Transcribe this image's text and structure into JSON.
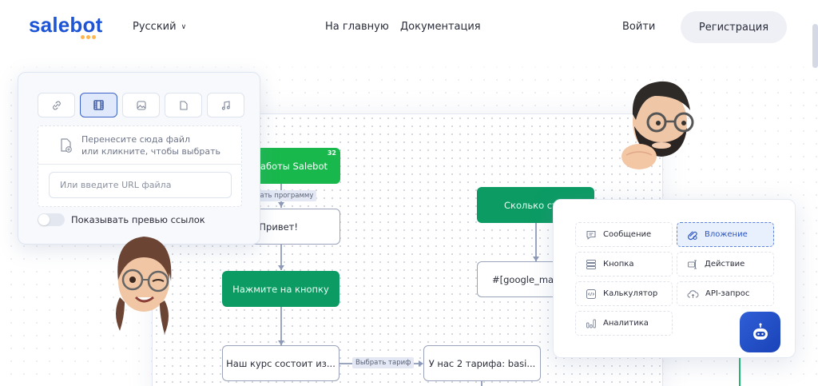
{
  "header": {
    "logo": "salebot",
    "language": "Русский",
    "nav": [
      "На главную",
      "Документация"
    ],
    "login": "Войти",
    "register": "Регистрация"
  },
  "upload_panel": {
    "types": [
      {
        "icon": "link-icon",
        "active": false
      },
      {
        "icon": "video-icon",
        "active": true
      },
      {
        "icon": "image-icon",
        "active": false
      },
      {
        "icon": "file-icon",
        "active": false
      },
      {
        "icon": "music-icon",
        "active": false
      }
    ],
    "drop_line1": "Перенесите сюда файл",
    "drop_line2": "или кликните, чтобы выбрать",
    "url_placeholder": "Или введите URL файла",
    "toggle_label": "Показывать превью ссылок",
    "toggle_on": false
  },
  "flow": {
    "nodes": {
      "care": {
        "text": "а заботы Salebot",
        "badge": "32"
      },
      "hello": {
        "text": "Привет!"
      },
      "press": {
        "text": "Нажмите на кнопку"
      },
      "course": {
        "text": "Наш курс состоит из..."
      },
      "tariffs": {
        "text": "У нас 2 тарифа: basi..."
      },
      "howmuch": {
        "text": "Сколько сто"
      },
      "google": {
        "text": "#[google_mark"
      }
    },
    "edges": {
      "choose_program": "рать программу",
      "choose_tariff": "Выбрать тариф"
    }
  },
  "blocks_panel": {
    "items": [
      {
        "label": "Сообщение",
        "icon": "message-icon",
        "active": false
      },
      {
        "label": "Вложение",
        "icon": "attachment-icon",
        "active": true
      },
      {
        "label": "Кнопка",
        "icon": "buttons-icon",
        "active": false
      },
      {
        "label": "Действие",
        "icon": "action-icon",
        "active": false
      },
      {
        "label": "Калькулятор",
        "icon": "code-icon",
        "active": false
      },
      {
        "label": "API-запрос",
        "icon": "cloud-upload-icon",
        "active": false
      },
      {
        "label": "Аналитика",
        "icon": "analytics-icon",
        "active": false
      }
    ],
    "bot_button_icon": "robot-icon"
  },
  "colors": {
    "brand": "#1e54d6",
    "accent_dots": "#ffb64a",
    "node_green": "#0b9b63",
    "node_bright_green": "#18b84c",
    "active_blue": "#2b55c4"
  }
}
